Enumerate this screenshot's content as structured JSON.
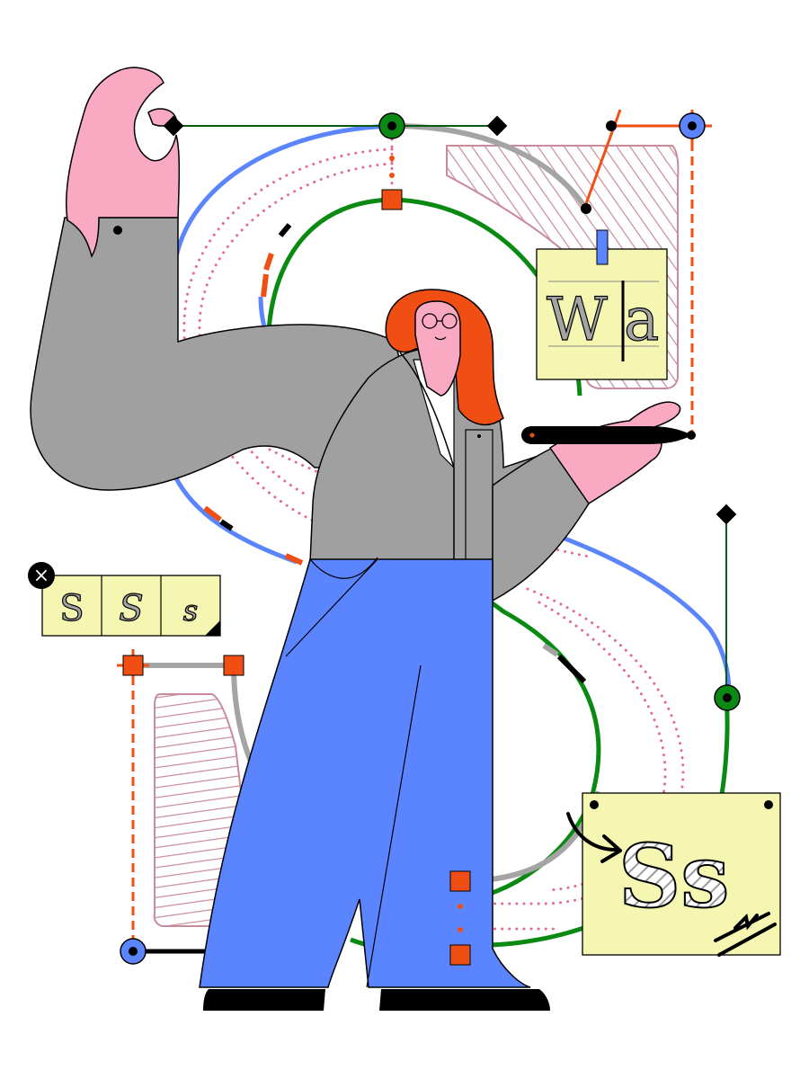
{
  "cards": {
    "specimen_top": {
      "text_left": "W",
      "text_right": "a"
    },
    "specimen_bottom": {
      "text": "Ss"
    },
    "style_picker": {
      "options": [
        "S",
        "S",
        "s"
      ],
      "close_glyph": "×"
    }
  },
  "palette": {
    "background": "#ffffff",
    "outline": "#000000",
    "skin": "#f9a9c2",
    "hair": "#f04e12",
    "jacket": "#a0a0a0",
    "pants": "#5b85ff",
    "card": "#f4f6b2",
    "path_blue": "#5b85ff",
    "path_green": "#0a8a12",
    "path_gray": "#a4a4a4",
    "accent_orange": "#f04e12",
    "dots_pink": "#e36d86"
  }
}
